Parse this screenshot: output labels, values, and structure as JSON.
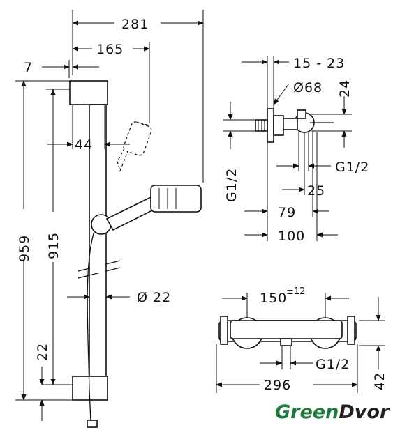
{
  "dimensions": {
    "total_width": "281",
    "width_165": "165",
    "offset_7": "7",
    "offset_44": "44",
    "height_959": "959",
    "height_915": "915",
    "bottom_22": "22",
    "diameter_22": "Ø 22",
    "range_15_23": "15 - 23",
    "diameter_68": "Ø68",
    "height_24": "24",
    "thread_g12_left": "G1/2",
    "thread_g12_right": "G1/2",
    "dim_25": "25",
    "dim_79": "79",
    "dim_100": "100",
    "centers_150": "150",
    "tolerance_12": "±12",
    "thread_g12_bottom": "G1/2",
    "width_296": "296",
    "height_42": "42"
  },
  "brand": {
    "part1": "Green",
    "part2": "Dvor",
    "color1": "#1c7a3c",
    "color2": "#222222"
  }
}
